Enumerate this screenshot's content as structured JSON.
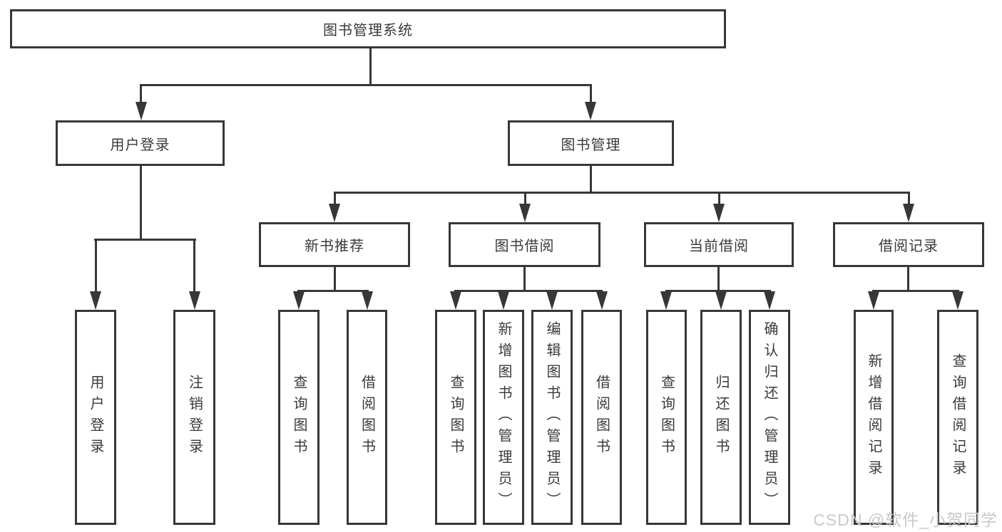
{
  "diagram": {
    "root": "图书管理系统",
    "branches": [
      {
        "label": "用户登录",
        "children": [
          "用户登录",
          "注销登录"
        ]
      },
      {
        "label": "图书管理",
        "groups": [
          {
            "label": "新书推荐",
            "children": [
              "查询图书",
              "借阅图书"
            ]
          },
          {
            "label": "图书借阅",
            "children": [
              "查询图书",
              "新增图书（管理员）",
              "编辑图书（管理员）",
              "借阅图书"
            ]
          },
          {
            "label": "当前借阅",
            "children": [
              "查询图书",
              "归还图书",
              "确认归还（管理员）"
            ]
          },
          {
            "label": "借阅记录",
            "children": [
              "新增借阅记录",
              "查询借阅记录"
            ]
          }
        ]
      }
    ]
  },
  "watermark": "CSDN @软件_小贺同学",
  "colors": {
    "line": "#373737",
    "text": "#3a3a3a",
    "watermark": "#c9c9c9",
    "background": "#ffffff"
  }
}
